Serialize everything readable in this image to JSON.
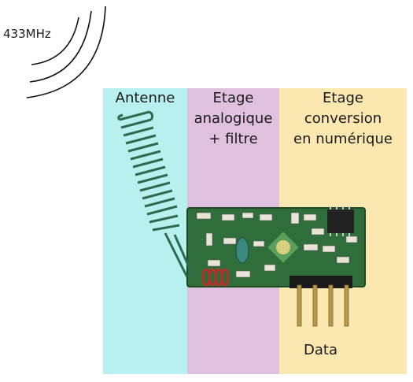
{
  "frequency": "433MHz",
  "zones": {
    "antenna": "Antenne",
    "analog": "Etage\nanalogique\n+ filtre",
    "digital": "Etage\nconversion\nen numérique"
  },
  "output_label": "Data",
  "colors": {
    "antenna_zone": "#b8f0f0",
    "analog_zone": "#dfc0df",
    "digital_zone": "#fbe7b0",
    "pcb": "#2f6e3a",
    "coil": "#2e6b4e",
    "pins": "#b89a4a"
  }
}
